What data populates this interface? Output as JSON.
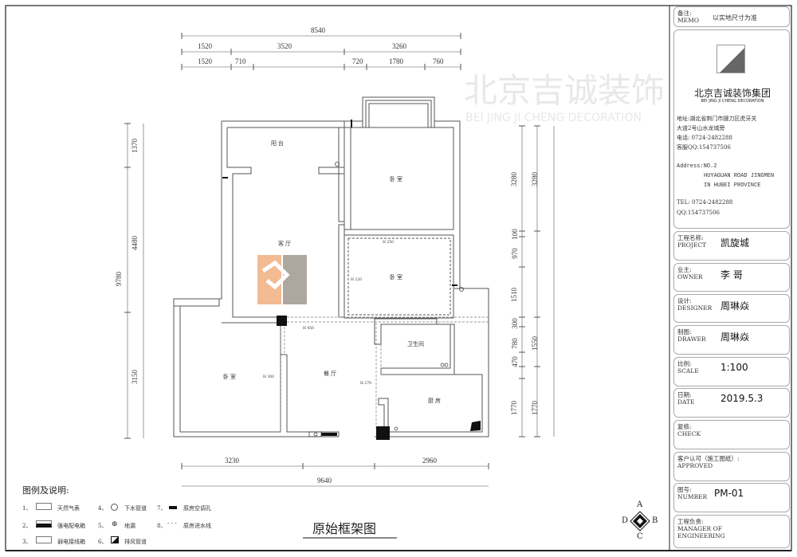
{
  "drawing_title": "原始框架图",
  "rooms": {
    "balcony": "阳台",
    "bedroom_top": "卧室",
    "living": "客厅",
    "bedroom_mid": "卧室",
    "bathroom": "卫生间",
    "bedroom_left": "卧室",
    "dining": "餐厅",
    "kitchen": "厨房"
  },
  "height_marks": [
    "H 250",
    "H 220",
    "H 450",
    "H 300",
    "H 270"
  ],
  "dimensions": {
    "top_total": "8540",
    "top_row1": [
      "1520",
      "3520",
      "3260"
    ],
    "top_row2": [
      "1520",
      "710",
      "720",
      "1780",
      "760"
    ],
    "bottom": [
      "3230",
      "2960"
    ],
    "bottom_total": "9640",
    "left": [
      "1370",
      "4480",
      "3150"
    ],
    "left_total": "9780",
    "right_col1": [
      "3280",
      "100",
      "970",
      "1510",
      "300",
      "780",
      "470",
      "1770"
    ],
    "right_col2": [
      "3280",
      "1550",
      "1770"
    ]
  },
  "legend": {
    "title": "图例及说明:",
    "items": [
      {
        "num": "1、",
        "label": "天然气表"
      },
      {
        "num": "2、",
        "label": "强电配电箱"
      },
      {
        "num": "3、",
        "label": "弱电接线箱"
      },
      {
        "num": "4、",
        "label": "下水管道"
      },
      {
        "num": "5、",
        "label": "地漏"
      },
      {
        "num": "6、",
        "label": "排风管道"
      },
      {
        "num": "7、",
        "label": "原房空调孔"
      },
      {
        "num": "8、",
        "label": "原房进水线"
      }
    ]
  },
  "compass": {
    "a": "A",
    "b": "B",
    "c": "C",
    "d": "D"
  },
  "watermark": {
    "text": "北京吉诚装饰",
    "sub": "BEI JING JI CHENG DECORATION"
  },
  "title_block": {
    "memo_label": "备注:",
    "memo_label_en": "MEMO",
    "memo_value": "以实地尺寸为准",
    "company_cn": "北京吉诚装饰集团",
    "company_en": "BEI JING JI CHENG DECORATION",
    "address_cn_1": "地址:湖北省荆门市掇刀区虎牙关",
    "address_cn_2": "大道2号山水龙城旁",
    "phone_cn": "电话: 0724-2482288",
    "qq_cn": "客服QQ:154737506",
    "address_en_1": "Address:NO.2",
    "address_en_2": "HUYAGUAN ROAD JINGMEN",
    "address_en_3": "IN HUBEI PROVINCE",
    "tel_en": "TEL: 0724-2482288",
    "qq_en": "QQ:154737506",
    "fields": [
      {
        "cn": "工程名称:",
        "en": "PROJECT",
        "value": "凯旋城"
      },
      {
        "cn": "业主:",
        "en": "OWNER",
        "value": "李  哥"
      },
      {
        "cn": "设计:",
        "en": "DESIGNER",
        "value": "周琳焱"
      },
      {
        "cn": "制图:",
        "en": "DRAWER",
        "value": "周琳焱"
      },
      {
        "cn": "比例:",
        "en": "SCALE",
        "value": "1:100"
      },
      {
        "cn": "日期:",
        "en": "DATE",
        "value": "2019.5.3"
      },
      {
        "cn": "复核:",
        "en": "CHECK",
        "value": ""
      },
      {
        "cn": "客户认可（施工图纸）:",
        "en": "APPROVED",
        "value": ""
      },
      {
        "cn": "图号:",
        "en": "NUMBER",
        "value": "PM-01"
      },
      {
        "cn": "工程负责:",
        "en": "MANAGER OF ENGINEERING",
        "value": ""
      }
    ]
  },
  "colors": {
    "wall": "#555555",
    "logo_orange": "#f0b080",
    "logo_gray": "#a09890",
    "watermark": "#e6e6e6"
  }
}
